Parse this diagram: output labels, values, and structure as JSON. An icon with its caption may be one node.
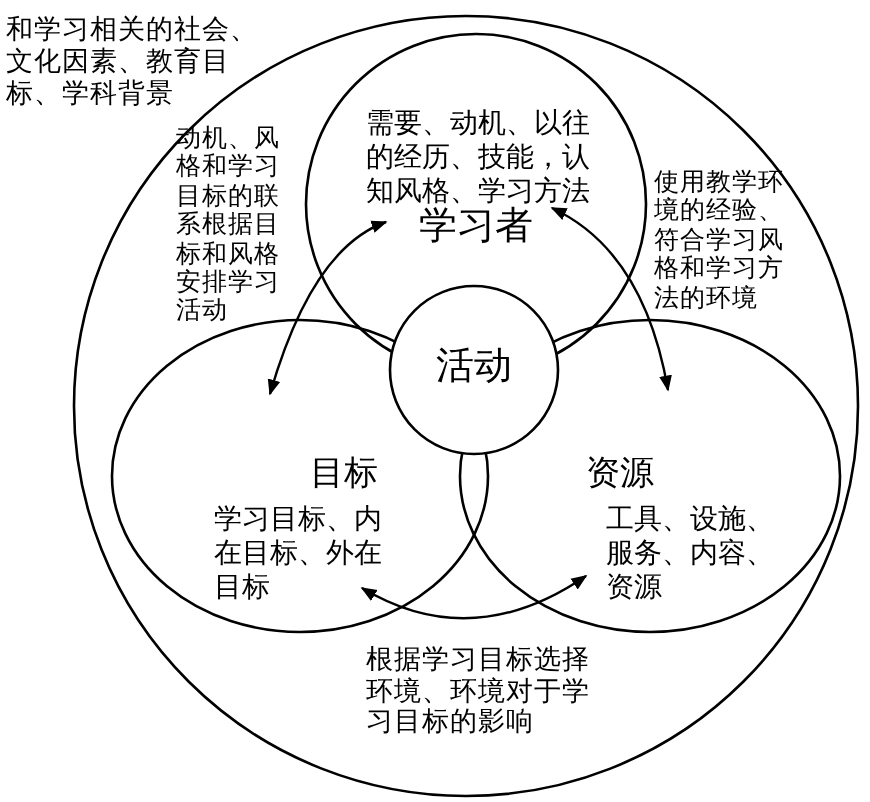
{
  "diagram": {
    "nodes": [
      {
        "text": [
          "和学习相关的社会、文化因素、教育目标、学科背景"
        ]
      },
      {
        "text": [
          "需要、动机、以往的经历、技能，认知风格、学习方法",
          "学习者"
        ],
        "in": 0
      },
      {
        "text": [
          "活动"
        ],
        "in": 0
      },
      {
        "text": [
          "目标",
          "学习目标、内在目标、外在目标"
        ],
        "in": 0
      },
      {
        "text": [
          "资源",
          "工具、设施、服务、内容、资源"
        ],
        "in": 0
      }
    ],
    "edges": [
      {
        "from": 1,
        "to": 3,
        "arrow": "both",
        "label": "动机、风格和学习目标的联系根据目标和风格安排学习活动"
      },
      {
        "from": 1,
        "to": 4,
        "arrow": "both",
        "label": "使用教学环境的经验、符合学习风格和学习方法的环境"
      },
      {
        "from": 3,
        "to": 4,
        "arrow": "both",
        "label": "根据学习目标选择环境、环境对于学习目标的影响"
      }
    ]
  }
}
